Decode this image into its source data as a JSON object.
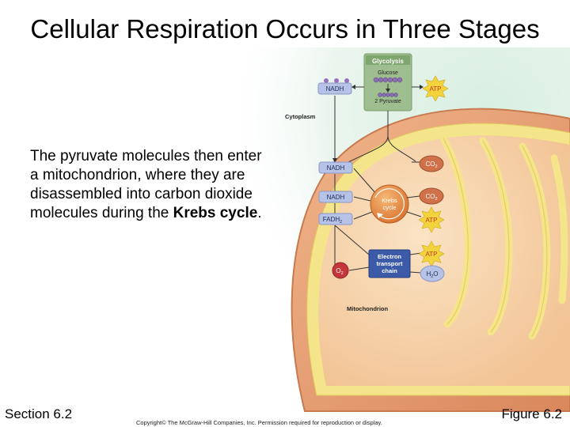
{
  "slide": {
    "title": "Cellular Respiration Occurs in Three Stages",
    "body_text_1": "The pyruvate molecules then enter a mitochondrion, where they are disassembled into carbon dioxide molecules during the ",
    "body_text_bold": "Krebs cycle",
    "body_text_end": ".",
    "footer_left": "Section 6.2",
    "footer_right": "Figure 6.2",
    "copyright": "Copyright© The McGraw-Hill Companies, Inc. Permission required for reproduction or display."
  },
  "diagram": {
    "glycolysis_label": "Glycolysis",
    "glucose_label": "Glucose",
    "pyruvate_label": "2 Pyruvate",
    "cytoplasm_label": "Cytoplasm",
    "mitochondrion_label": "Mitochondrion",
    "nadh_glycolysis": "NADH",
    "atp_glycolysis": "ATP",
    "nadh_1": "NADH",
    "nadh_2": "NADH",
    "fadh2": "FADH",
    "fadh2_sub": "2",
    "o2": "O",
    "o2_sub": "2",
    "co2_1": "CO",
    "co2_1_sub": "2",
    "co2_2": "CO",
    "co2_2_sub": "2",
    "atp_krebs": "ATP",
    "atp_etc": "ATP",
    "h2o_h": "H",
    "h2o_sub": "2",
    "h2o_o": "O",
    "krebs_line1": "Krebs",
    "krebs_line2": "cycle",
    "etc_line1": "Electron",
    "etc_line2": "transport",
    "etc_line3": "chain"
  },
  "colors": {
    "background_green": "#cfe8d8",
    "mito_outer": "#e9a37a",
    "mito_inner": "#f3c59a",
    "membrane_yellow": "#f5e58a",
    "glycolysis_box": "#9fbe8f",
    "krebs_circle": "#e8944a",
    "etc_box": "#3b5aa8",
    "nadh_box": "#b7c3e6",
    "atp_starburst": "#f2d33b",
    "co2_oval": "#d0714a",
    "o2_circle": "#c4363a"
  }
}
